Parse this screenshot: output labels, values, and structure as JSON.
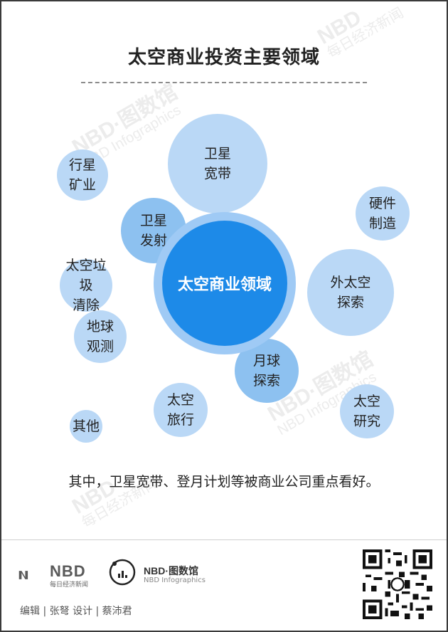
{
  "title": "太空商业投资主要领域",
  "watermark": {
    "brand": "NBD·图数馆",
    "sub": "NBD Infographics",
    "corner_brand": "NBD",
    "corner_sub": "每日经济新闻"
  },
  "diagram": {
    "center": "太空商业领域",
    "nodes": [
      {
        "id": "n1",
        "label": "卫星\n宽带"
      },
      {
        "id": "n2",
        "label": "行星\n矿业"
      },
      {
        "id": "n3",
        "label": "卫星\n发射"
      },
      {
        "id": "n4",
        "label": "硬件\n制造"
      },
      {
        "id": "n5",
        "label": "太空垃圾\n清除"
      },
      {
        "id": "n6",
        "label": "外太空\n探索"
      },
      {
        "id": "n7",
        "label": "地球\n观测"
      },
      {
        "id": "n8",
        "label": "月球\n探索"
      },
      {
        "id": "n9",
        "label": "太空\n旅行"
      },
      {
        "id": "n10",
        "label": "太空\n研究"
      },
      {
        "id": "n11",
        "label": "其他"
      }
    ]
  },
  "note": "其中，卫星宽带、登月计划等被商业公司重点看好。",
  "footer": {
    "nbd_logo_text": "NBD",
    "nbd_logo_sub": "每日经济新闻",
    "info_logo_text": "NBD·图数馆",
    "info_logo_sub": "NBD Infographics",
    "credit": "编辑 | 张弩   设计 | 蔡沛君",
    "qr_icon": "qr-code-icon"
  },
  "colors": {
    "center": "#1d8ae8",
    "center_ring": "#9fcaf5",
    "light_bubble": "#bad8f6",
    "mid_bubble": "#8dc1f0",
    "frame": "#3a3a3a"
  }
}
